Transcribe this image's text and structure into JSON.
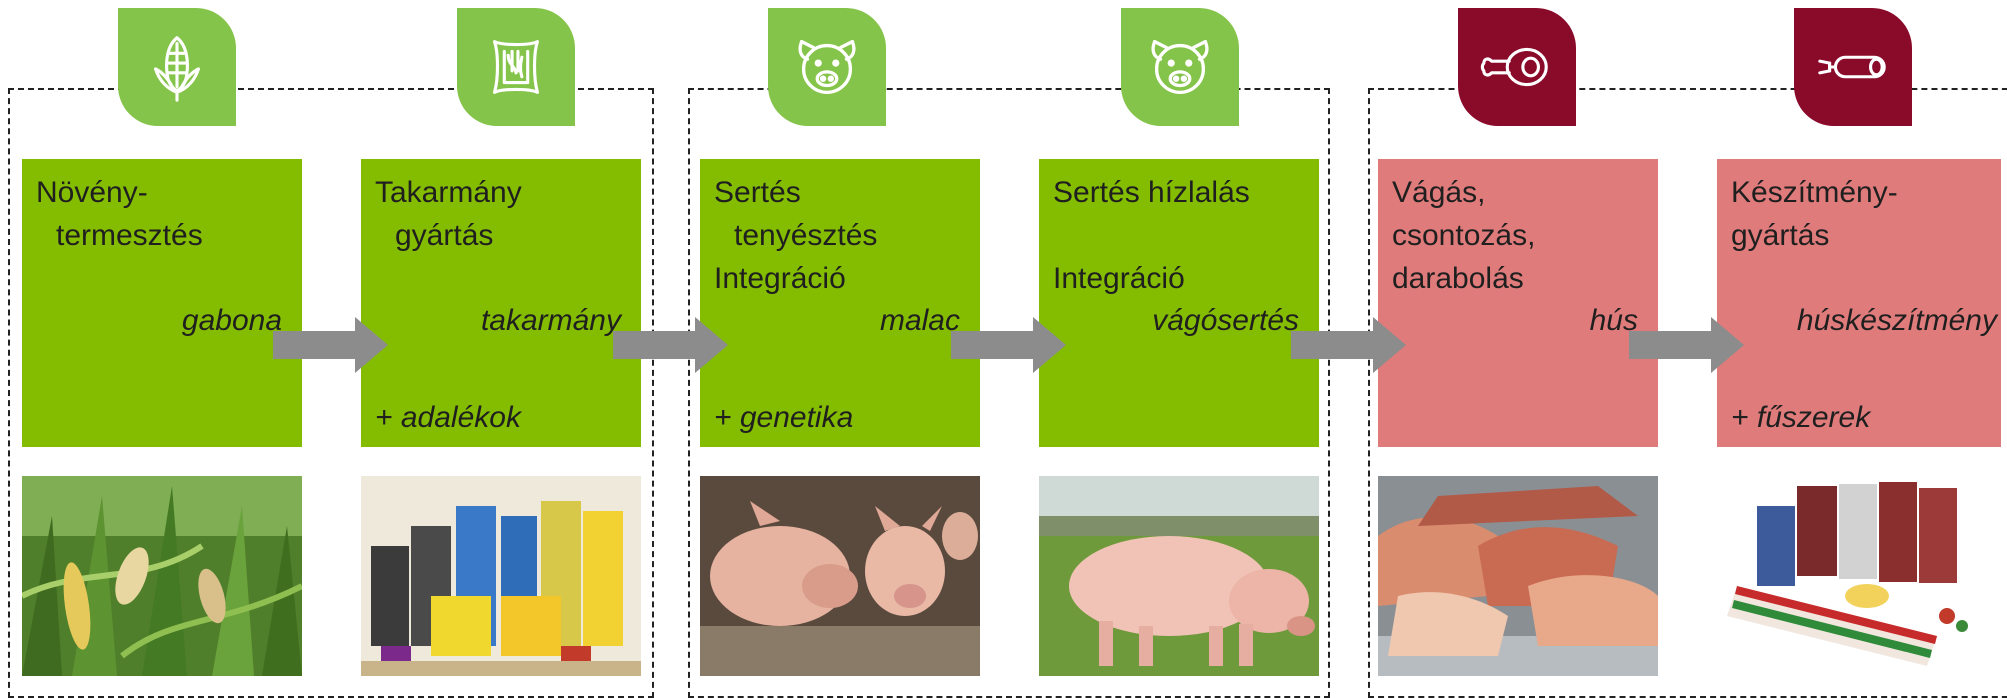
{
  "colors": {
    "green_box": "#84bd00",
    "green_icon": "#85c44a",
    "pink_box": "#e07b7b",
    "maroon_icon": "#8a0a2a",
    "arrow": "#8c8c8c"
  },
  "stages": [
    {
      "id": "novenytermesztes",
      "title_line1": "Növény-",
      "title_line2": "termesztés",
      "extra": "",
      "product": "gabona",
      "addition": "",
      "icon": "corn-icon",
      "photo": "corn-field-photo"
    },
    {
      "id": "takarmanygyartas",
      "title_line1": "Takarmány",
      "title_line2": "gyártás",
      "extra": "",
      "product": "takarmány",
      "addition": "+ adalékok",
      "icon": "feed-sack-icon",
      "photo": "feed-bags-photo"
    },
    {
      "id": "sertestenyesztes",
      "title_line1": "Sertés",
      "title_line2": "tenyésztés",
      "extra": "Integráció",
      "product": "malac",
      "addition": "+ genetika",
      "icon": "pig-face-icon",
      "photo": "piglets-photo"
    },
    {
      "id": "serteshizlalas",
      "title_line1": "Sertés hízlalás",
      "title_line2": "",
      "extra": "Integráció",
      "product": "vágósertés",
      "addition": "",
      "icon": "pig-face-icon",
      "photo": "pig-on-grass-photo"
    },
    {
      "id": "vagas",
      "title_line1": "Vágás,",
      "title_line2": "csontozás,",
      "title_line3": "darabolás",
      "extra": "",
      "product": "hús",
      "addition": "",
      "icon": "ham-leg-icon",
      "photo": "meat-cuts-photo"
    },
    {
      "id": "keszitmenygyartas",
      "title_line1": "Készítmény-",
      "title_line2": "gyártás",
      "extra": "",
      "product": "húskészítmény",
      "addition": "+ fűszerek",
      "icon": "sausage-icon",
      "photo": "meat-products-photo"
    }
  ]
}
